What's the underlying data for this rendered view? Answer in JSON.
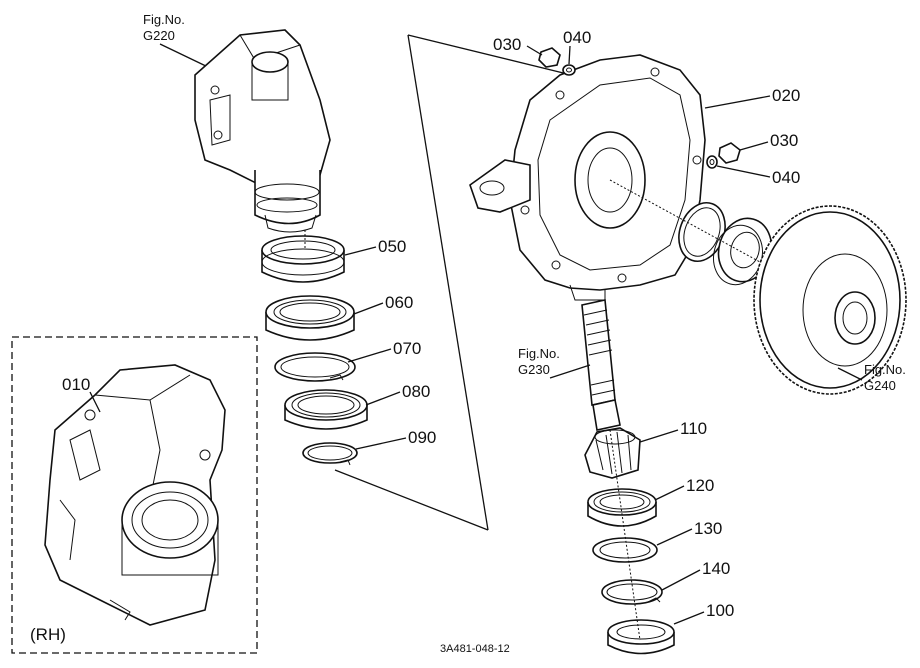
{
  "figure_code": "3A481-048-12",
  "inset_label": "(RH)",
  "refs": {
    "g220": {
      "line1": "Fig.No.",
      "line2": "G220"
    },
    "g230": {
      "line1": "Fig.No.",
      "line2": "G230"
    },
    "g240": {
      "line1": "Fig.No.",
      "line2": "G240"
    }
  },
  "parts": {
    "p010": "010",
    "p020": "020",
    "p030a": "030",
    "p040a": "040",
    "p030b": "030",
    "p040b": "040",
    "p050": "050",
    "p060": "060",
    "p070": "070",
    "p080": "080",
    "p090": "090",
    "p110": "110",
    "p120": "120",
    "p130": "130",
    "p140": "140",
    "p100": "100"
  }
}
